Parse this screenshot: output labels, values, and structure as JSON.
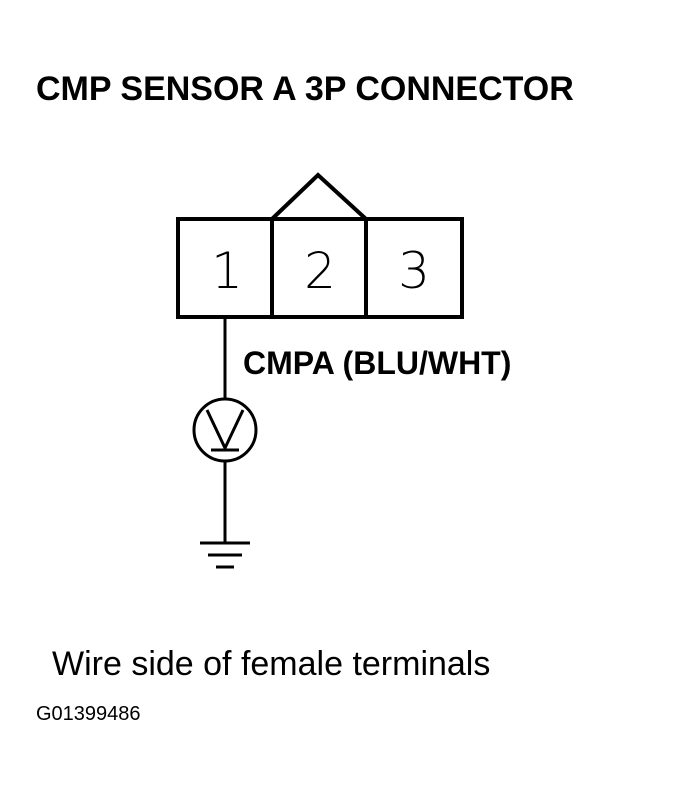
{
  "title": "CMP SENSOR A 3P CONNECTOR",
  "connector": {
    "pins": [
      "1",
      "2",
      "3"
    ]
  },
  "wire": {
    "label": "CMPA (BLU/WHT)"
  },
  "meter": {
    "symbol": "V"
  },
  "caption": "Wire side of female terminals",
  "figure_code": "G01399486"
}
